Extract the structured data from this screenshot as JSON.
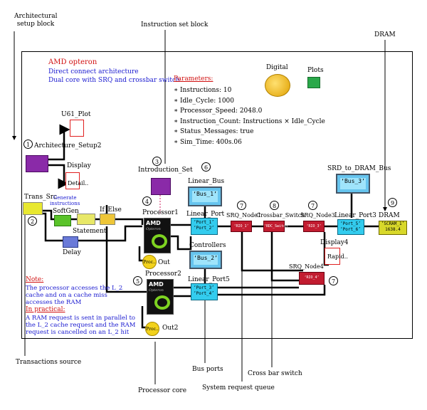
{
  "callouts": {
    "architectural_setup_block": "Architectural\nsetup block",
    "instruction_set_block": "Instruction set block",
    "dram": "DRAM",
    "transactions_source": "Transactions source",
    "bus_ports": "Bus ports",
    "cross_bar_switch": "Cross bar switch",
    "system_request_queue": "System request queue",
    "processor_core": "Processor core"
  },
  "header": {
    "title": "AMD opteron",
    "line1": "Direct connect architecture",
    "line2": "Dual core with SRQ and crossbar switch"
  },
  "parameters": {
    "title": "Parameters:",
    "items": [
      "∗ Instructions: 10",
      "∗ Idle_Cycle: 1000",
      "∗ Processor_Speed: 2048.0",
      "∗ Instruction_Count: Instructions × Idle_Cycle",
      "∗ Status_Messages: true",
      "∗ Sim_Time: 400s.06"
    ]
  },
  "icons": {
    "digital": "Digital",
    "plots": "Plots"
  },
  "blocks": {
    "u61_plot": "U61_Plot",
    "architecture_setup": "Architecture_Setup2",
    "display": "Display",
    "detail": "Detail..",
    "introduction_set": "Introduction_Set",
    "linear_bus": "Linear_Bus",
    "bus1": "‘Bus_1’",
    "srd_to_dram_bus": "SRD_to_DRAM_Bus",
    "bus3": "‘Bus_3’",
    "trans_src": "Trans_Src",
    "generate_instructions": "Generate\ninstructions",
    "softgen": "SoftGen",
    "if_else": "If_Else",
    "statement": "Statement",
    "delay": "Delay",
    "processor1": "Processor1",
    "processor2": "Processor2",
    "amd_text": "AMD",
    "opteron_text": "Opteron",
    "proc": "Proc..",
    "out": "Out",
    "out2": "Out2",
    "linear_port": "Linear_Port",
    "port1": "‘Port_1’",
    "port2": "‘Port_2’",
    "srq_node1": "SRQ_Node1",
    "rio1": "‘RIO_1’",
    "crossbar_switch": "Crossbar_Switch",
    "rdc_switch": "‘RDC_Switch’",
    "srq_node3": "SRQ_Node3",
    "rio3": "‘RIO_3’",
    "linear_port3": "Linear_Port3",
    "port5": "‘Port_5’",
    "port6": "‘Port_6’",
    "dram_label": "DRAM",
    "sdram_value": "‘SCRAM_1’\n1638.4",
    "display4": "Display4",
    "rapid": "Rapid..",
    "srq_node4": "SRQ_Node4",
    "rio4": "‘RIO_4’",
    "controllers": "Controllers",
    "bus2": "‘Bus_2’",
    "linear_port5": "Linear_Port5",
    "port3": "‘Port_3’",
    "port4": "‘Port_4’"
  },
  "numbers": [
    "1",
    "2",
    "3",
    "4",
    "5",
    "6",
    "7",
    "8",
    "7",
    "9",
    "7"
  ],
  "note": {
    "title": "Note:",
    "text": "The processor accesses the L_2 cache and on a cache miss accesses the RAM",
    "sub_title": "In practical:",
    "sub_text": "A RAM request is sent in parallel to the L_2 cache request and the RAM request is cancelled on an L_2 hit"
  },
  "colors": {
    "port_cyan": "#33ccee",
    "srq_red": "#c21c30",
    "note_red": "#d01010",
    "note_blue": "#1a1ad0"
  }
}
